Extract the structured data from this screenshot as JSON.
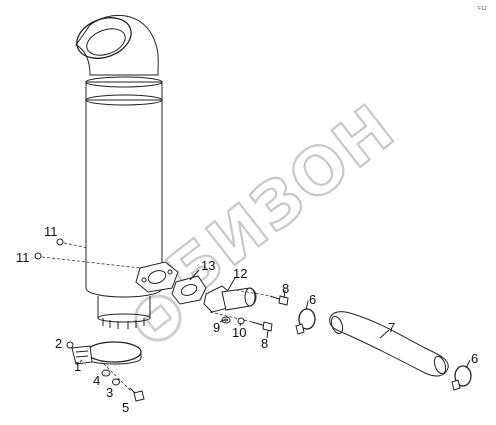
{
  "watermark": {
    "text": "БИЗОН"
  },
  "corner_mark": "F12",
  "callouts": {
    "c1": "1",
    "c2": "2",
    "c3": "3",
    "c4": "4",
    "c5": "5",
    "c6a": "6",
    "c6b": "6",
    "c7": "7",
    "c8a": "8",
    "c8b": "8",
    "c9": "9",
    "c10": "10",
    "c11a": "11",
    "c11b": "11",
    "c12": "12",
    "c13": "13"
  },
  "icons": {
    "logo": "bizon-logo-icon"
  }
}
